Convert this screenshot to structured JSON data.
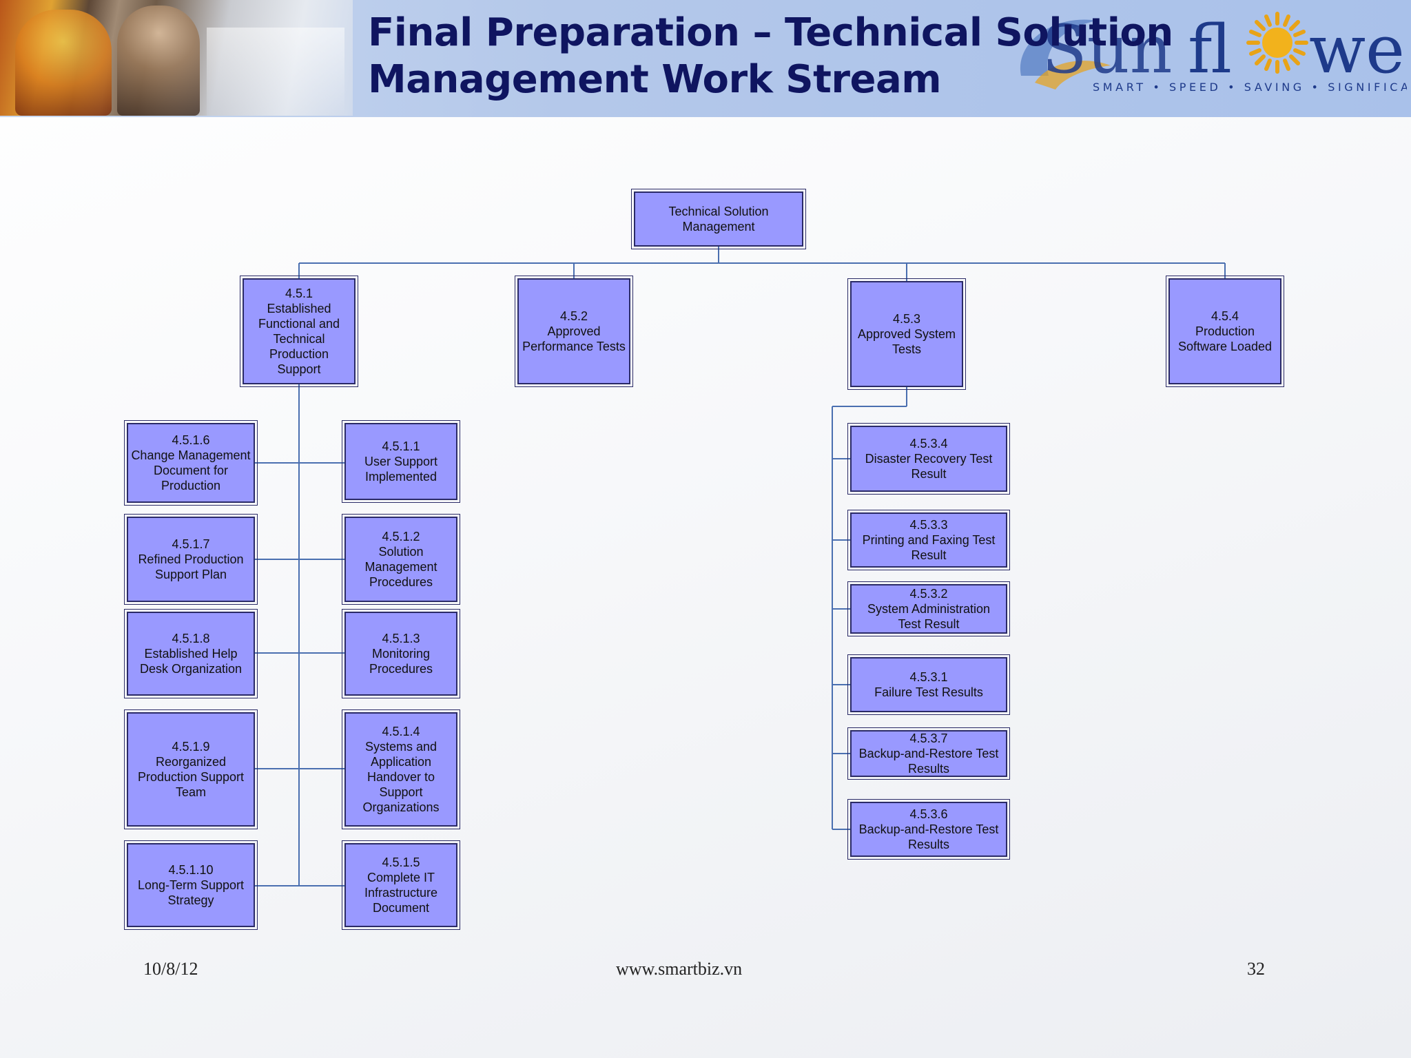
{
  "header": {
    "title_line1": "Final Preparation – Technical Solution",
    "title_line2": "Management Work Stream",
    "logo": {
      "text_left": "Sun",
      "text_right": "fl",
      "text_end": "wer",
      "tagline": "SMART • SPEED • SAVING • SIGNIFICANT",
      "icon": "sun-icon",
      "colors": {
        "blue": "#1e3a8a",
        "gold": "#e8a317",
        "accent": "#3b67b7"
      }
    }
  },
  "diagram": {
    "root": {
      "lines": [
        "Technical Solution",
        "Management"
      ]
    },
    "level1": [
      {
        "id": "n451",
        "lines": [
          "4.5.1",
          "Established",
          "Functional and",
          "Technical",
          "Production",
          "Support"
        ]
      },
      {
        "id": "n452",
        "lines": [
          "4.5.2",
          "Approved",
          "Performance Tests"
        ]
      },
      {
        "id": "n453",
        "lines": [
          "4.5.3",
          "Approved System",
          "Tests"
        ]
      },
      {
        "id": "n454",
        "lines": [
          "4.5.4",
          "Production",
          "Software Loaded"
        ]
      }
    ],
    "branch451_left": [
      {
        "id": "n4516",
        "lines": [
          "4.5.1.6",
          "Change Management",
          "Document for",
          "Production"
        ]
      },
      {
        "id": "n4517",
        "lines": [
          "4.5.1.7",
          "Refined Production",
          "Support Plan"
        ]
      },
      {
        "id": "n4518",
        "lines": [
          "4.5.1.8",
          "Established Help",
          "Desk Organization"
        ]
      },
      {
        "id": "n4519",
        "lines": [
          "4.5.1.9",
          "Reorganized",
          "Production Support",
          "Team"
        ]
      },
      {
        "id": "n45110",
        "lines": [
          "4.5.1.10",
          "Long-Term Support",
          "Strategy"
        ]
      }
    ],
    "branch451_right": [
      {
        "id": "n4511",
        "lines": [
          "4.5.1.1",
          "User Support",
          "Implemented"
        ]
      },
      {
        "id": "n4512",
        "lines": [
          "4.5.1.2",
          "Solution",
          "Management",
          "Procedures"
        ]
      },
      {
        "id": "n4513",
        "lines": [
          "4.5.1.3",
          "Monitoring",
          "Procedures"
        ]
      },
      {
        "id": "n4514",
        "lines": [
          "4.5.1.4",
          "Systems and",
          "Application",
          "Handover to",
          "Support",
          "Organizations"
        ]
      },
      {
        "id": "n4515",
        "lines": [
          "4.5.1.5",
          "Complete IT",
          "Infrastructure",
          "Document"
        ]
      }
    ],
    "branch453": [
      {
        "id": "n4534",
        "lines": [
          "4.5.3.4",
          "Disaster Recovery Test",
          "Result"
        ]
      },
      {
        "id": "n4533",
        "lines": [
          "4.5.3.3",
          "Printing and Faxing Test",
          "Result"
        ]
      },
      {
        "id": "n4532",
        "lines": [
          "4.5.3.2",
          "System Administration",
          "Test Result"
        ]
      },
      {
        "id": "n4531",
        "lines": [
          "4.5.3.1",
          "Failure Test Results"
        ]
      },
      {
        "id": "n4537",
        "lines": [
          "4.5.3.7",
          "Backup-and-Restore Test",
          "Results"
        ]
      },
      {
        "id": "n4536",
        "lines": [
          "4.5.3.6",
          "Backup-and-Restore Test",
          "Results"
        ]
      }
    ],
    "colors": {
      "box_fill": "#9999ff",
      "box_border": "#2a2a66",
      "connector": "#4a6fb0"
    }
  },
  "footer": {
    "date": "10/8/12",
    "website": "www.smartbiz.vn",
    "page_number": "32"
  }
}
